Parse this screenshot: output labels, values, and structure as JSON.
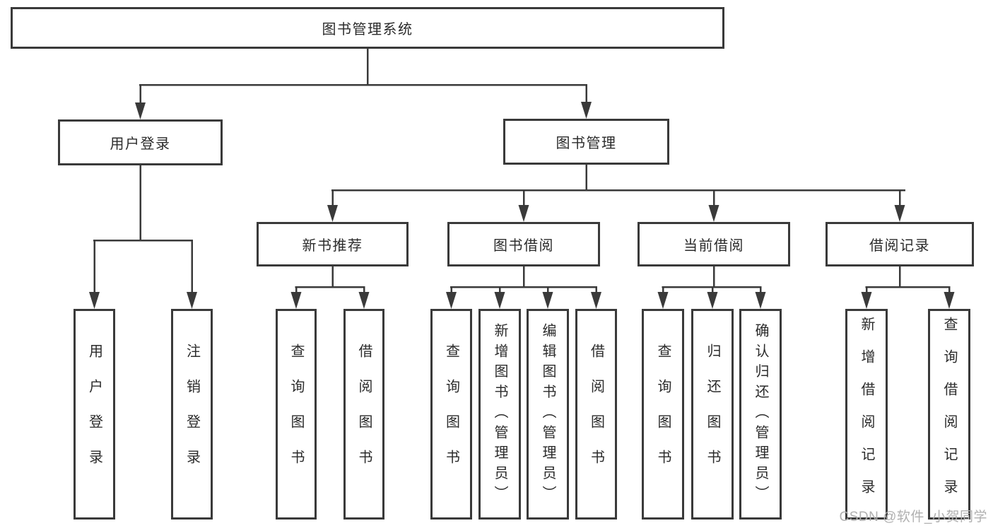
{
  "diagram": {
    "root": {
      "label": "图书管理系统"
    },
    "user_login_branch": {
      "label": "用户登录",
      "children": [
        {
          "label": "用户登录"
        },
        {
          "label": "注销登录"
        }
      ]
    },
    "book_mgmt_branch": {
      "label": "图书管理",
      "sections": [
        {
          "label": "新书推荐",
          "children": [
            {
              "label": "查询图书"
            },
            {
              "label": "借阅图书"
            }
          ]
        },
        {
          "label": "图书借阅",
          "children": [
            {
              "label": "查询图书"
            },
            {
              "label": "新增图书（管理员）"
            },
            {
              "label": "编辑图书（管理员）"
            },
            {
              "label": "借阅图书"
            }
          ]
        },
        {
          "label": "当前借阅",
          "children": [
            {
              "label": "查询图书"
            },
            {
              "label": "归还图书"
            },
            {
              "label": "确认归还（管理员）"
            }
          ]
        },
        {
          "label": "借阅记录",
          "children": [
            {
              "label": "新增借阅记录"
            },
            {
              "label": "查询借阅记录"
            }
          ]
        }
      ]
    },
    "watermark": "CSDN @软件_小贺同学",
    "colors": {
      "line": "#3a3a3a",
      "text": "#2b2b2b",
      "watermark": "#b0b0b0"
    }
  }
}
